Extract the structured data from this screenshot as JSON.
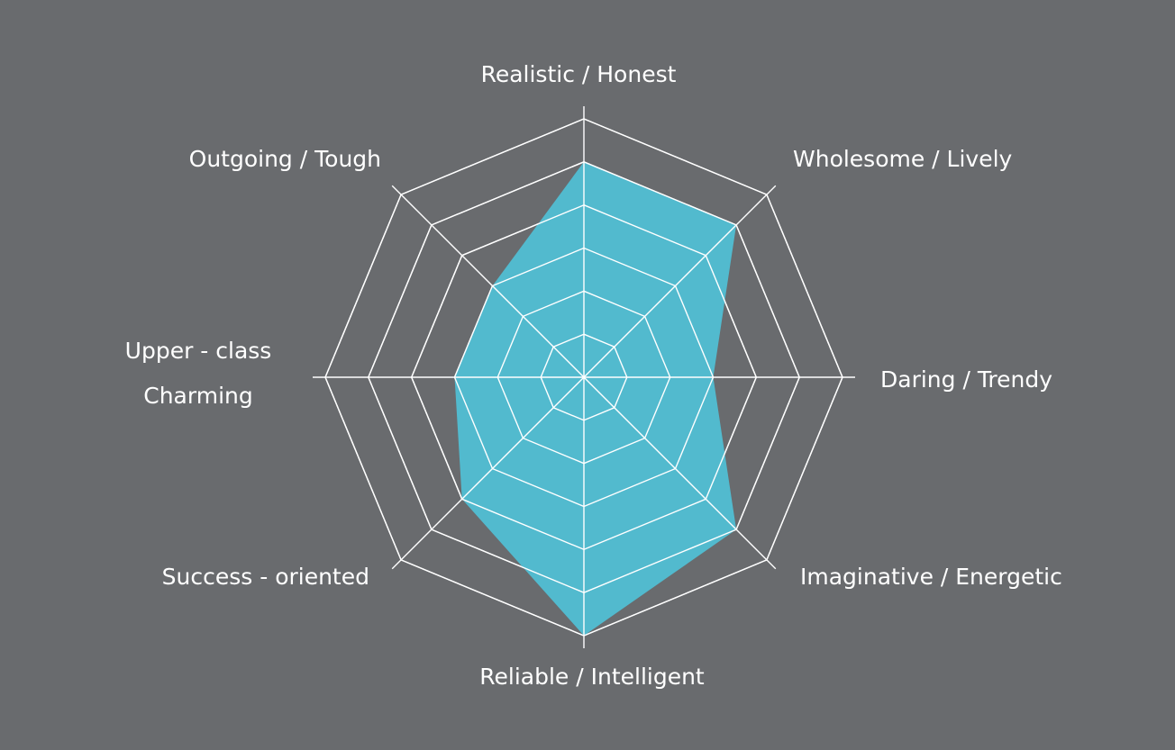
{
  "colors": {
    "background": "#696b6e",
    "grid": "#ffffff",
    "fill": "#52bace",
    "text": "#ffffff"
  },
  "chart_data": {
    "type": "radar",
    "title": "",
    "axes": [
      "Realistic / Honest",
      "Wholesome / Lively",
      "Daring / Trendy",
      "Imaginative / Energetic",
      "Reliable / Intelligent",
      "Success - oriented",
      "Upper - class Charming",
      "Outgoing / Tough"
    ],
    "axis_label_lines": [
      [
        "Realistic / Honest"
      ],
      [
        "Wholesome / Lively"
      ],
      [
        "Daring / Trendy"
      ],
      [
        "Imaginative / Energetic"
      ],
      [
        "Reliable / Intelligent"
      ],
      [
        "Success - oriented"
      ],
      [
        "Upper - class",
        "Charming"
      ],
      [
        "Outgoing / Tough"
      ]
    ],
    "levels": 6,
    "max": 6,
    "series": [
      {
        "values": [
          5,
          5,
          3,
          5,
          6,
          4,
          3,
          3
        ]
      }
    ],
    "grid": true
  }
}
